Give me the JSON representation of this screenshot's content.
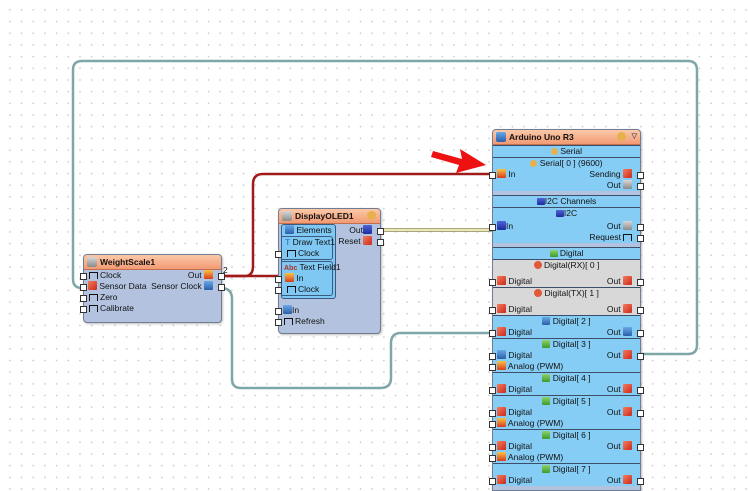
{
  "wire_label": "2",
  "weight_scale": {
    "title": "WeightScale1",
    "inputs": [
      "Clock",
      "Sensor Data",
      "Zero",
      "Calibrate"
    ],
    "outputs": [
      "Out",
      "Sensor Clock"
    ]
  },
  "display_oled": {
    "title": "DisplayOLED1",
    "elements_label": "Elements",
    "draw_text": {
      "title": "Draw Text1",
      "clock": "Clock"
    },
    "text_field": {
      "title": "Text Field1",
      "in": "In",
      "clock": "Clock"
    },
    "in": "In",
    "refresh": "Refresh",
    "out": "Out",
    "reset": "Reset"
  },
  "arduino": {
    "title": "Arduino Uno R3",
    "serial": {
      "section": "Serial",
      "channel": "Serial[ 0 ] (9600)",
      "in": "In",
      "sending": "Sending",
      "out": "Out"
    },
    "i2c": {
      "section": "I2C Channels",
      "channel": "I2C",
      "in": "In",
      "out": "Out",
      "request": "Request"
    },
    "digital": {
      "section": "Digital",
      "channels": [
        {
          "title": "Digital(RX)[ 0 ]",
          "input": "Digital",
          "analog": null,
          "out": "Out",
          "gray": true
        },
        {
          "title": "Digital(TX)[ 1 ]",
          "input": "Digital",
          "analog": null,
          "out": "Out",
          "gray": true
        },
        {
          "title": "Digital[ 2 ]",
          "input": "Digital",
          "analog": null,
          "out": "Out",
          "gray": false
        },
        {
          "title": "Digital[ 3 ]",
          "input": "Digital",
          "analog": "Analog (PWM)",
          "out": "Out",
          "gray": false
        },
        {
          "title": "Digital[ 4 ]",
          "input": "Digital",
          "analog": null,
          "out": "Out",
          "gray": false
        },
        {
          "title": "Digital[ 5 ]",
          "input": "Digital",
          "analog": "Analog (PWM)",
          "out": "Out",
          "gray": false
        },
        {
          "title": "Digital[ 6 ]",
          "input": "Digital",
          "analog": "Analog (PWM)",
          "out": "Out",
          "gray": false
        },
        {
          "title": "Digital[ 7 ]",
          "input": "Digital",
          "analog": null,
          "out": "Out",
          "gray": false
        }
      ]
    }
  },
  "colors": {
    "wire_red": "#a01a1a",
    "wire_teal": "#7fa7a7",
    "wire_i2c": "#e8e2a8",
    "arrow": "#ee1111"
  }
}
